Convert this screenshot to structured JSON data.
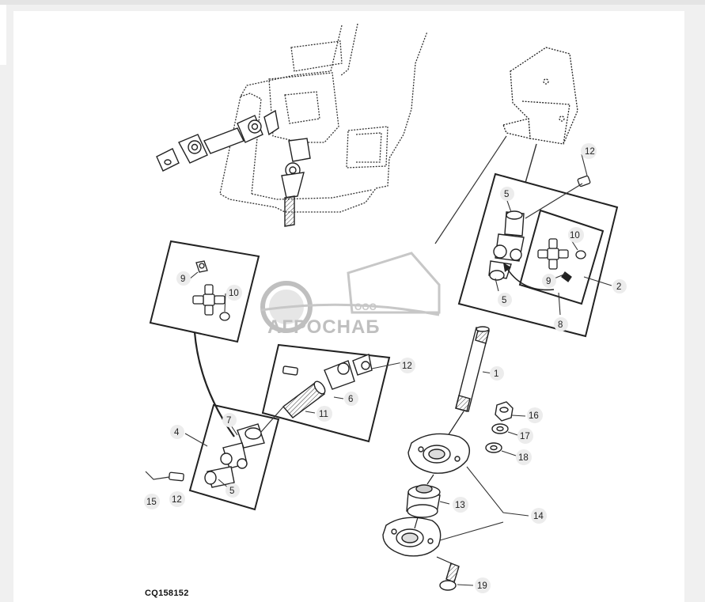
{
  "figure_code": "CQ158152",
  "watermark": {
    "prefix": "ООО",
    "brand": "АГРОСНАБ"
  },
  "callouts": [
    "1",
    "2",
    "4",
    "5",
    "5",
    "5",
    "6",
    "7",
    "8",
    "9",
    "9",
    "10",
    "10",
    "11",
    "12",
    "12",
    "12",
    "13",
    "14",
    "15",
    "16",
    "17",
    "18",
    "19"
  ]
}
